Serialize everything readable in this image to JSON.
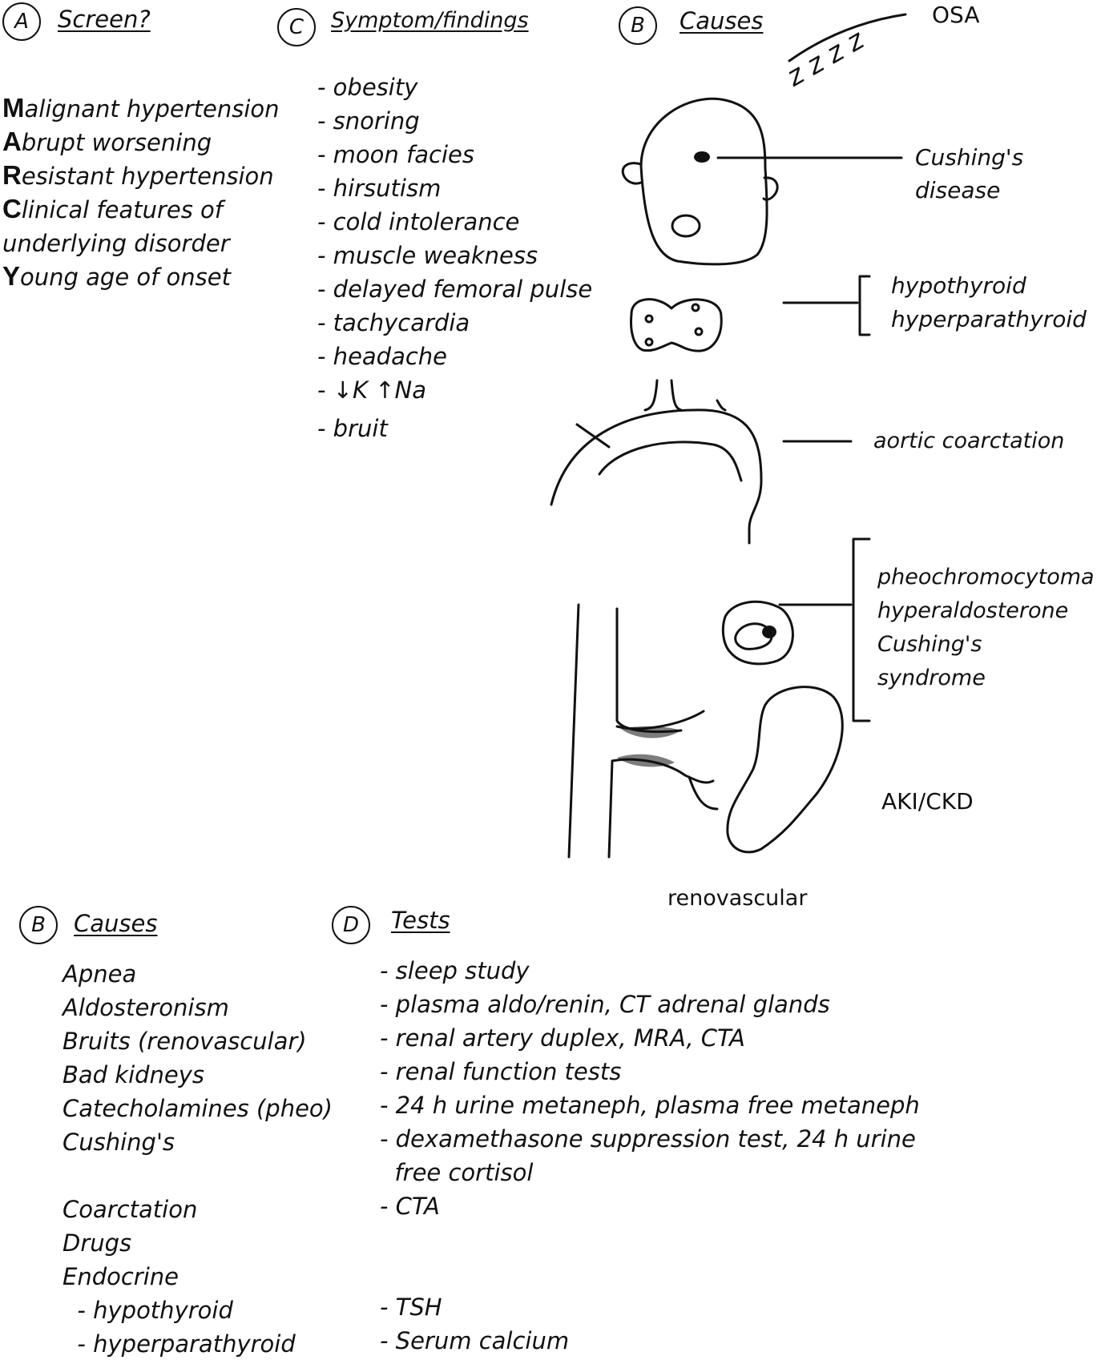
{
  "sections": {
    "screen": {
      "badge": "A",
      "title": "Screen?"
    },
    "symptoms": {
      "badge": "C",
      "title": "Symptom/findings"
    },
    "causes_top": {
      "badge": "B",
      "title": "Causes"
    },
    "causes_bottom": {
      "badge": "B",
      "title": "Causes"
    },
    "tests": {
      "badge": "D",
      "title": "Tests"
    }
  },
  "mnemonic": [
    {
      "letter": "M",
      "rest": "alignant hypertension"
    },
    {
      "letter": "A",
      "rest": "brupt worsening"
    },
    {
      "letter": "R",
      "rest": "esistant hypertension"
    },
    {
      "letter": "C",
      "rest": "linical features of"
    },
    {
      "letter": "",
      "rest": "underlying disorder"
    },
    {
      "letter": "Y",
      "rest": "oung age of onset"
    }
  ],
  "symptoms": [
    "- obesity",
    "- snoring",
    "- moon facies",
    "- hirsutism",
    "- cold intolerance",
    "- muscle weakness",
    "- delayed femoral pulse",
    "- tachycardia",
    "- headache",
    "- ↓K ↑Na",
    "- bruit"
  ],
  "diagram_labels": {
    "osa": "OSA",
    "snore": "z z z z",
    "cushings_disease_1": "Cushing's",
    "cushings_disease_2": "disease",
    "thyroid_1": "hypothyroid",
    "thyroid_2": "hyperparathyroid",
    "aortic": "aortic coarctation",
    "adrenal_1": "pheochromocytoma",
    "adrenal_2": "hyperaldosterone",
    "adrenal_3": "Cushing's",
    "adrenal_4": "syndrome",
    "kidney": "AKI/CKD",
    "renovascular": "renovascular"
  },
  "causes": [
    "Apnea",
    "Aldosteronism",
    "Bruits (renovascular)",
    "Bad kidneys",
    "Catecholamines (pheo)",
    "Cushing's",
    "",
    "Coarctation",
    "Drugs",
    "Endocrine",
    "  - hypothyroid",
    "  - hyperparathyroid"
  ],
  "tests": [
    "- sleep study",
    "- plasma aldo/renin, CT adrenal glands",
    "- renal artery duplex, MRA, CTA",
    "- renal function tests",
    "- 24 h urine metaneph, plasma free metaneph",
    "- dexamethasone suppression test, 24 h urine",
    "  free cortisol",
    "- CTA",
    "",
    "",
    "- TSH",
    "- Serum calcium"
  ]
}
